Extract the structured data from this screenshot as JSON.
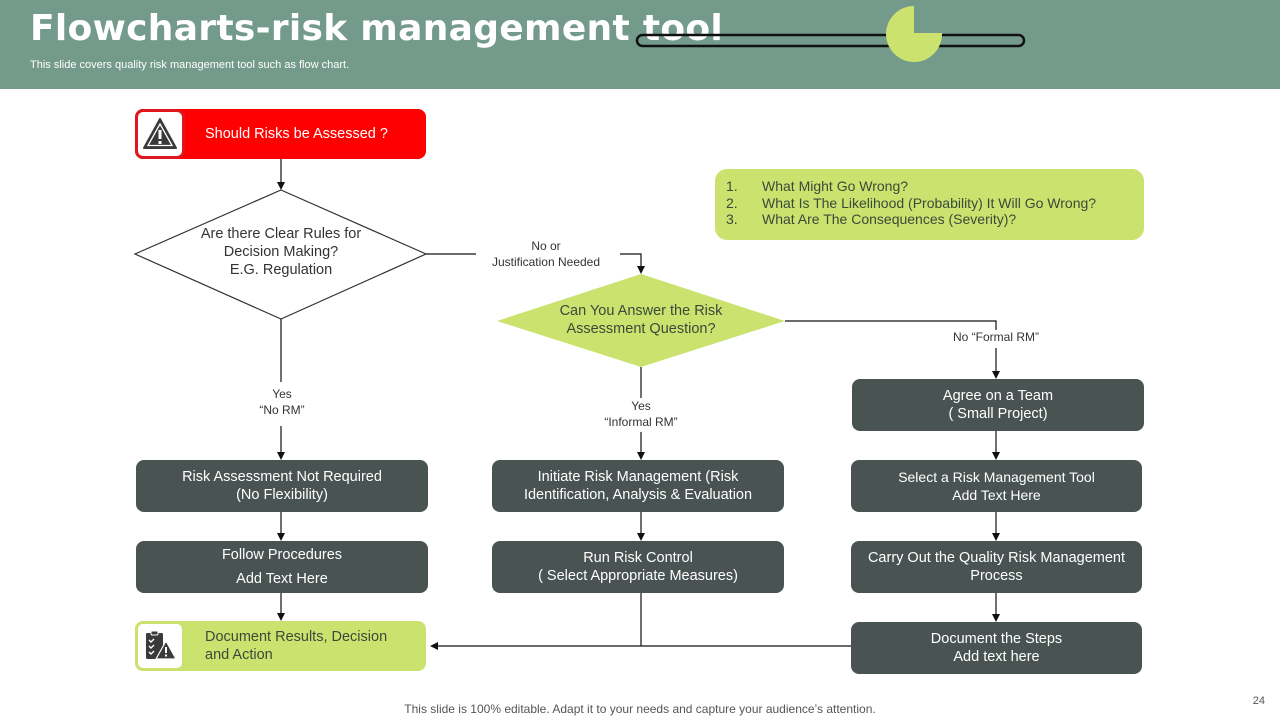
{
  "header": {
    "title": "Flowcharts-risk management tool",
    "subtitle": "This slide covers quality risk management tool such as flow chart."
  },
  "colors": {
    "header_bg": "#739a8b",
    "accent_green": "#cbe26f",
    "dark_box": "#485352",
    "alert_red": "#ff0000"
  },
  "flow": {
    "start": {
      "label": "Should Risks be Assessed ?",
      "icon": "warning-triangle-icon"
    },
    "decision1": {
      "label": "Are there Clear Rules for\nDecision Making?\nE.G. Regulation"
    },
    "decision2": {
      "label": "Can You Answer the Risk\nAssessment Question?"
    },
    "edge_labels": {
      "no_justification": "No  or\nJustification  Needed",
      "yes_no_rm": "Yes\n“No  RM”",
      "yes_informal": "Yes\n“Informal  RM”",
      "no_formal": "No  “Formal  RM”"
    },
    "questions": [
      {
        "num": "1.",
        "text": "What Might  Go Wrong?"
      },
      {
        "num": "2.",
        "text": "What Is  The Likelihood (Probability) It Will Go Wrong?"
      },
      {
        "num": "3.",
        "text": "What Are The Consequences (Severity)?"
      }
    ],
    "left_column": [
      "Risk Assessment Not Required\n(No  Flexibility)",
      "Follow Procedures\nAdd Text Here"
    ],
    "middle_column": [
      "Initiate  Risk Management (Risk\nIdentification,  Analysis  & Evaluation",
      "Run Risk Control\n( Select Appropriate Measures)"
    ],
    "right_column": [
      "Agree on a Team\n( Small Project)",
      "Select a Risk Management Tool\nAdd Text Here",
      "Carry Out the  Quality Risk Management\nProcess",
      "Document the Steps\nAdd text here"
    ],
    "end": {
      "label": "Document Results, Decision\nand Action",
      "icon": "checklist-warning-icon"
    }
  },
  "footer": {
    "note": "This slide is 100% editable. Adapt it to your needs and capture your audience’s attention.",
    "page_number": "24"
  }
}
